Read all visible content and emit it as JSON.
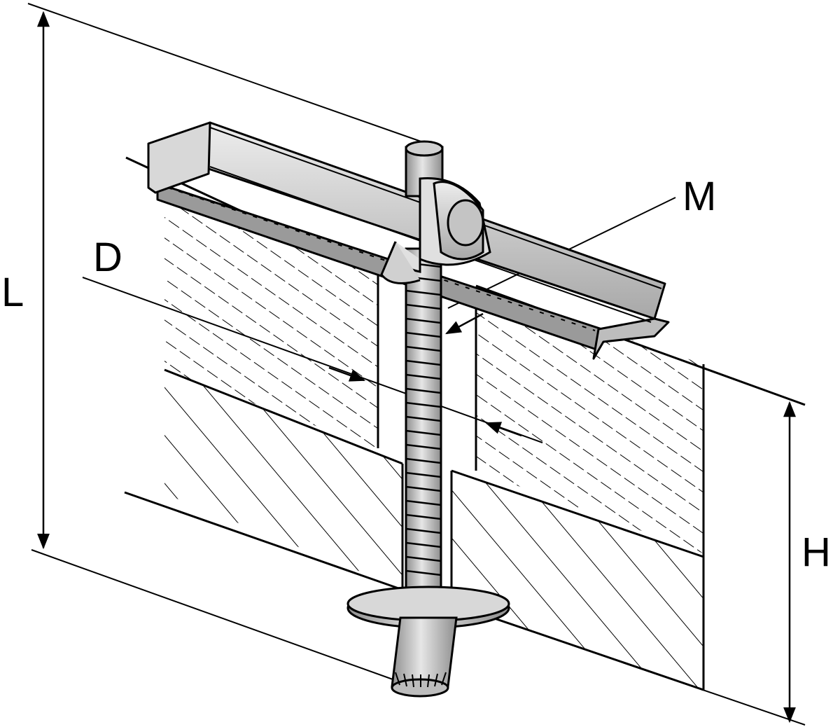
{
  "diagram": {
    "labels": {
      "L": "L",
      "D": "D",
      "M": "M",
      "H": "H"
    },
    "colors": {
      "line": "#000000",
      "metal": "#c9c9c9",
      "metal_dark": "#9a9a9a",
      "background": "#ffffff"
    }
  }
}
